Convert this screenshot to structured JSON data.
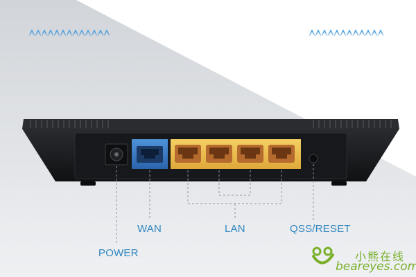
{
  "labels": {
    "power": "POWER",
    "wan": "WAN",
    "lan": "LAN",
    "qss_reset": "QSS/RESET"
  },
  "watermark": {
    "chinese": "小熊在线",
    "site": "beareyes.com"
  },
  "colors": {
    "label": "#2f86bf",
    "airflow": "#4a9fd8",
    "router_body": "#1b1c1f",
    "lan_panel": "#f0c04a",
    "wan_panel": "#3d7fc9",
    "watermark": "#7ab02b",
    "background_shadow": "#e3e5e8"
  },
  "icons": [
    "airflow-arrows-icon",
    "bear-logo-icon"
  ],
  "ports": [
    "power-jack",
    "wan-port",
    "lan-port-1",
    "lan-port-2",
    "lan-port-3",
    "lan-port-4",
    "qss-reset-button"
  ]
}
